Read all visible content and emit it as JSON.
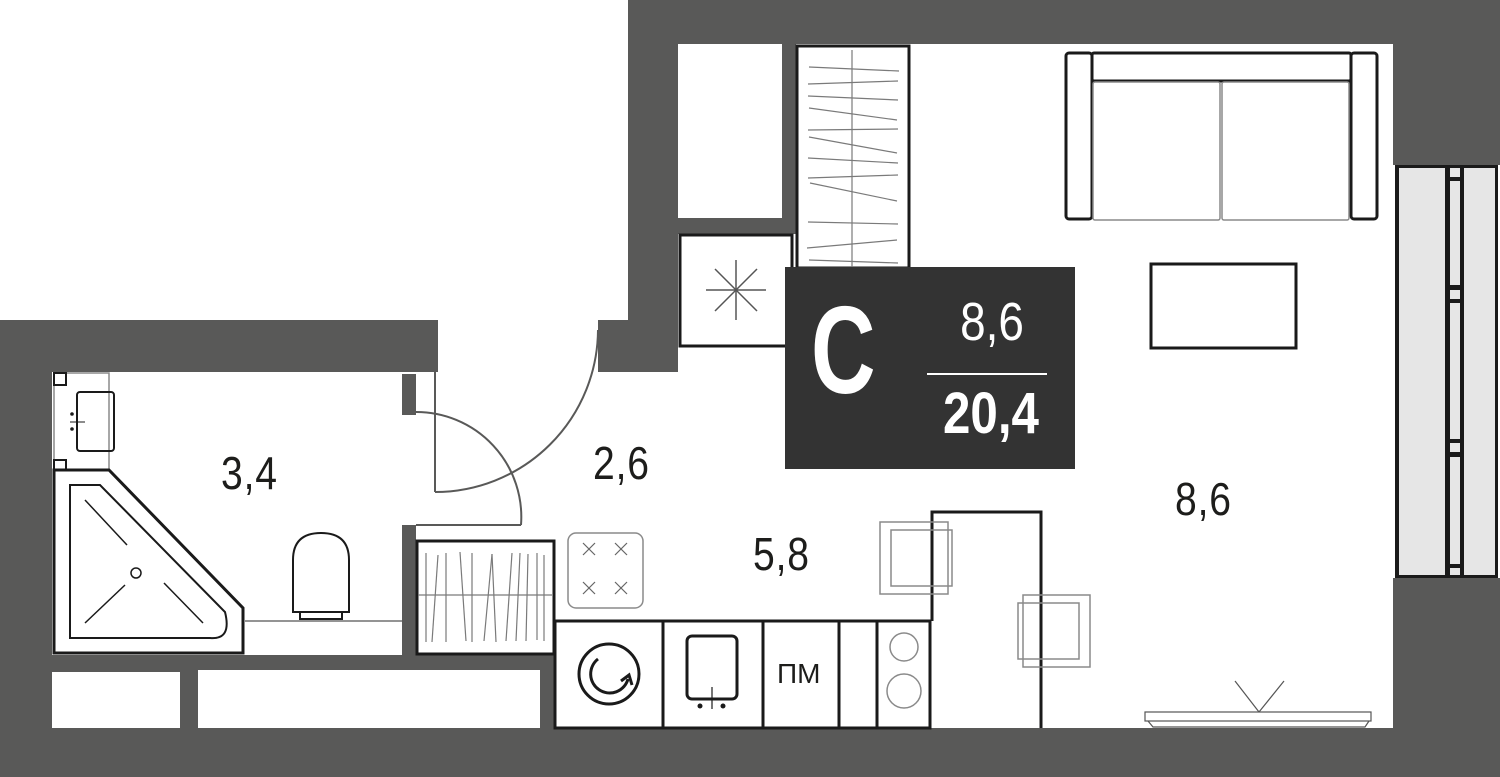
{
  "plan": {
    "apartment_type": "С",
    "living_area": "8,6",
    "total_area": "20,4",
    "rooms": [
      {
        "name": "bathroom",
        "area": "3,4"
      },
      {
        "name": "hallway",
        "area": "2,6"
      },
      {
        "name": "kitchen",
        "area": "5,8"
      },
      {
        "name": "living-room",
        "area": "8,6"
      }
    ],
    "appliances": {
      "dishwasher_label": "ПМ"
    }
  },
  "colors": {
    "wall": "#595958",
    "badge_bg": "#333333",
    "badge_text": "#ffffff",
    "window_glass": "#e6e6e6"
  }
}
